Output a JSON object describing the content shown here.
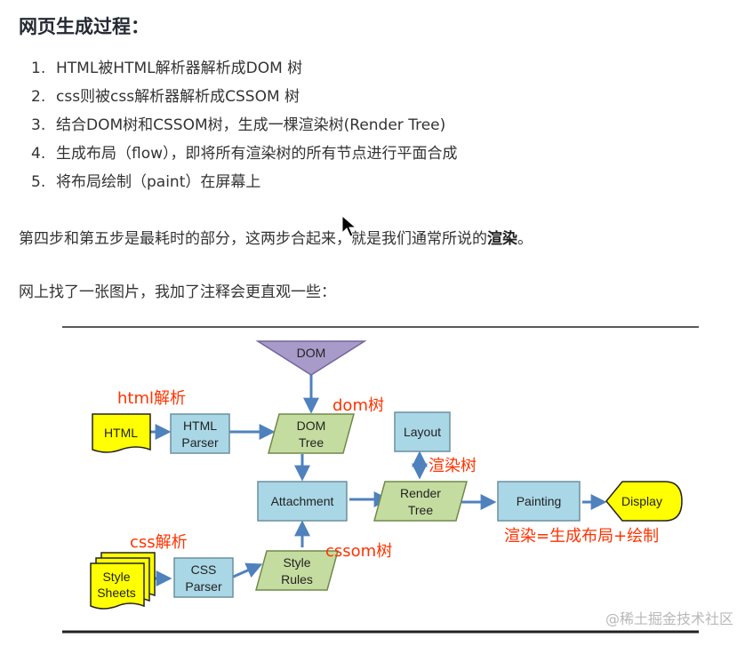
{
  "section_title": "网页生成过程：",
  "steps": [
    {
      "num": "1.",
      "text": "HTML被HTML解析器解析成DOM 树"
    },
    {
      "num": "2.",
      "text": "css则被css解析器解析成CSSOM 树"
    },
    {
      "num": "3.",
      "text": "结合DOM树和CSSOM树，生成一棵渲染树(Render Tree)"
    },
    {
      "num": "4.",
      "text": "生成布局（flow），即将所有渲染树的所有节点进行平面合成"
    },
    {
      "num": "5.",
      "text": "将布局绘制（paint）在屏幕上"
    }
  ],
  "para1": {
    "prefix": "第四步和第五步是最耗时的部分，这两步合起来，就是我们通常所说的",
    "bold": "渲染",
    "suffix": "。"
  },
  "para2": "网上找了一张图片，我加了注释会更直观一些：",
  "diagram": {
    "nodes": {
      "dom_source": "DOM",
      "html_doc": "HTML",
      "html_parser_1": "HTML",
      "html_parser_2": "Parser",
      "dom_tree_1": "DOM",
      "dom_tree_2": "Tree",
      "attachment": "Attachment",
      "layout": "Layout",
      "render_tree_1": "Render",
      "render_tree_2": "Tree",
      "painting": "Painting",
      "display": "Display",
      "style_sheets_1": "Style",
      "style_sheets_2": "Sheets",
      "css_parser_1": "CSS",
      "css_parser_2": "Parser",
      "style_rules_1": "Style",
      "style_rules_2": "Rules"
    },
    "annotations": {
      "html_parse": "html解析",
      "dom_tree": "dom树",
      "render_tree": "渲染树",
      "css_parse": "css解析",
      "cssom_tree": "cssom树",
      "render_formula": "渲染=生成布局+绘制"
    },
    "colors": {
      "parser_fill": "#a9d7e6",
      "tree_fill": "#c5dca0",
      "source_fill": "#ffff00",
      "dom_fill": "#a89bc9",
      "arrow": "#4f81bd",
      "annotation": "#ff3300"
    }
  },
  "watermark": "@稀土掘金技术社区"
}
